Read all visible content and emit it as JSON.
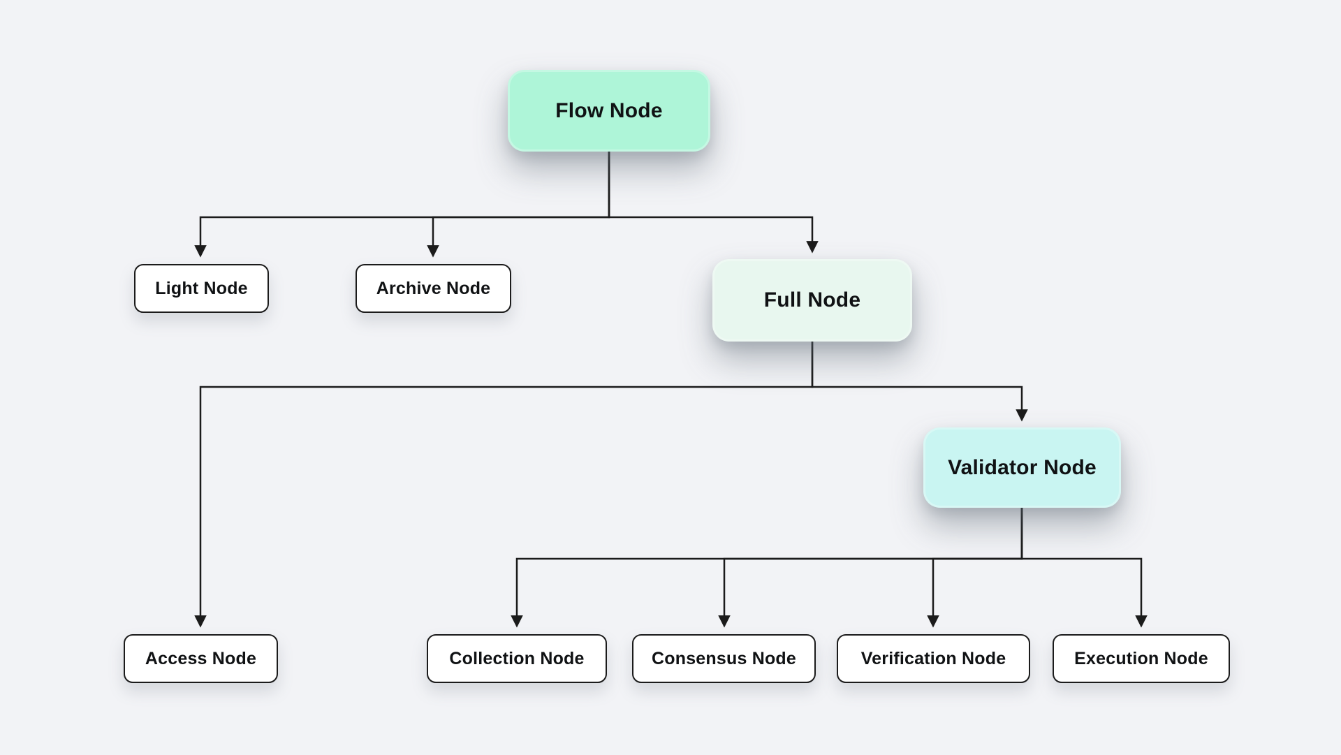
{
  "diagram": {
    "type": "tree-flowchart",
    "subject": "Flow blockchain node types hierarchy",
    "nodes": {
      "flow": {
        "label": "Flow Node",
        "role": "root",
        "fill": "#aef5d8"
      },
      "light": {
        "label": "Light Node",
        "role": "leaf",
        "fill": "#ffffff"
      },
      "archive": {
        "label": "Archive Node",
        "role": "leaf",
        "fill": "#ffffff"
      },
      "full": {
        "label": "Full Node",
        "role": "branch",
        "fill": "#e8f7ef"
      },
      "access": {
        "label": "Access Node",
        "role": "leaf",
        "fill": "#ffffff"
      },
      "validator": {
        "label": "Validator Node",
        "role": "branch",
        "fill": "#c9f5f2"
      },
      "collection": {
        "label": "Collection Node",
        "role": "leaf",
        "fill": "#ffffff"
      },
      "consensus": {
        "label": "Consensus Node",
        "role": "leaf",
        "fill": "#ffffff"
      },
      "verification": {
        "label": "Verification Node",
        "role": "leaf",
        "fill": "#ffffff"
      },
      "execution": {
        "label": "Execution Node",
        "role": "leaf",
        "fill": "#ffffff"
      }
    },
    "edges": [
      {
        "from": "Flow Node",
        "to": "Light Node"
      },
      {
        "from": "Flow Node",
        "to": "Archive Node"
      },
      {
        "from": "Flow Node",
        "to": "Full Node"
      },
      {
        "from": "Full Node",
        "to": "Access Node"
      },
      {
        "from": "Full Node",
        "to": "Validator Node"
      },
      {
        "from": "Validator Node",
        "to": "Collection Node"
      },
      {
        "from": "Validator Node",
        "to": "Consensus Node"
      },
      {
        "from": "Validator Node",
        "to": "Verification Node"
      },
      {
        "from": "Validator Node",
        "to": "Execution Node"
      }
    ],
    "colors": {
      "background": "#f2f3f6",
      "connector": "#1b1b1b",
      "node_border": "#1b1b1b",
      "text": "#101214",
      "root_fill": "#aef5d8",
      "full_fill": "#e8f7ef",
      "validator_fill": "#c9f5f2",
      "leaf_fill": "#ffffff"
    }
  }
}
